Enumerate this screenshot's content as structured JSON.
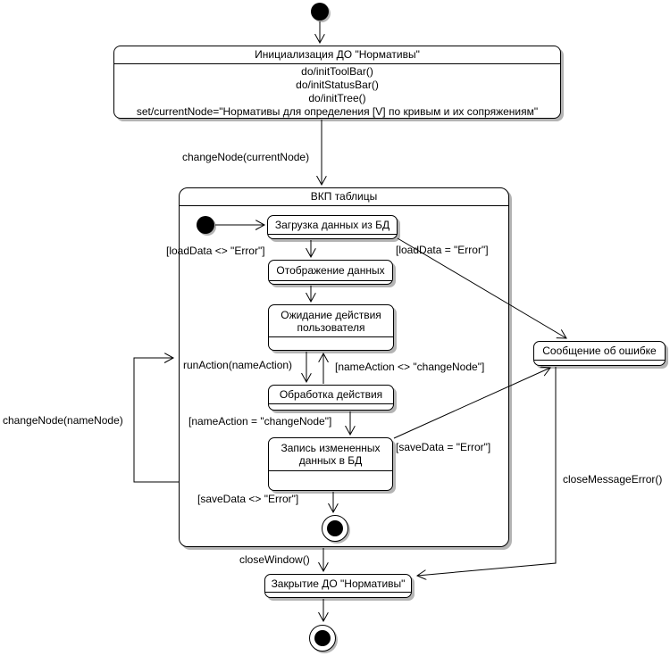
{
  "diagram": {
    "states": {
      "init": {
        "title": "Инициализация ДО \"Нормативы\"",
        "actions": [
          "do/initToolBar()",
          "do/initStatusBar()",
          "do/initTree()",
          "set/currentNode=\"Нормативы для определения [V] по кривым и их сопряжениям\""
        ]
      },
      "vkp": {
        "title": "ВКП таблицы"
      },
      "load": {
        "label": "Загрузка данных из БД"
      },
      "display": {
        "label": "Отображение данных"
      },
      "wait": {
        "label": "Ожидание действия пользователя"
      },
      "process": {
        "label": "Обработка действия"
      },
      "save": {
        "label": "Запись измененных данных в БД"
      },
      "error": {
        "label": "Сообщение об ошибке"
      },
      "close": {
        "label": "Закрытие ДО \"Нормативы\""
      }
    },
    "transitions": {
      "change_node_current": "changeNode(currentNode)",
      "load_ok": "[loadData <> \"Error\"]",
      "load_err": "[loadData = \"Error\"]",
      "run_action": "runAction(nameAction)",
      "name_action_neq": "[nameAction <> \"changeNode\"]",
      "name_action_eq": "[nameAction = \"changeNode\"]",
      "save_err": "[saveData = \"Error\"]",
      "save_ok": "[saveData <> \"Error\"]",
      "close_window": "closeWindow()",
      "close_message_error": "closeMessageError()",
      "change_node_name": "changeNode(nameNode)"
    },
    "colors": {
      "line": "#000000",
      "fill": "#ffffff",
      "shadow": "#b4b4b4"
    }
  }
}
